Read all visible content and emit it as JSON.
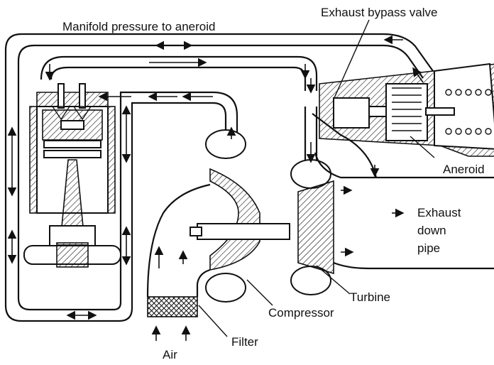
{
  "labels": {
    "manifold": "Manifold pressure to aneroid",
    "bypass_valve": "Exhaust bypass valve",
    "aneroid": "Aneroid",
    "exhaust_line1": "Exhaust",
    "exhaust_line2": "down",
    "exhaust_line3": "pipe",
    "turbine": "Turbine",
    "compressor": "Compressor",
    "filter": "Filter",
    "air": "Air"
  },
  "colors": {
    "ink": "#111111",
    "paper": "#ffffff"
  }
}
